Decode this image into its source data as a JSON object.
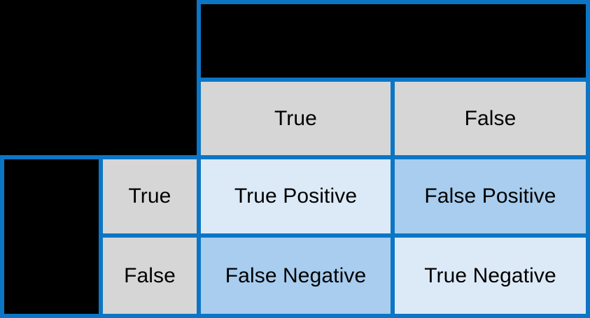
{
  "diagram": {
    "type": "confusion-matrix",
    "title": "",
    "colors": {
      "border": "#0c76c5",
      "background": "#000000",
      "header_fill": "#d6d6d6",
      "correct_fill": "#dce9f7",
      "error_fill": "#a8cdee",
      "text": "#000000"
    },
    "predicted_axis": {
      "title": "",
      "labels": [
        "True",
        "False"
      ]
    },
    "actual_axis": {
      "title": "",
      "labels": [
        "True",
        "False"
      ]
    },
    "matrix": {
      "rows": [
        {
          "row_label": "True",
          "cells": [
            {
              "label": "True Positive",
              "kind": "correct"
            },
            {
              "label": "False Positive",
              "kind": "error"
            }
          ]
        },
        {
          "row_label": "False",
          "cells": [
            {
              "label": "False Negative",
              "kind": "error"
            },
            {
              "label": "True Negative",
              "kind": "correct"
            }
          ]
        }
      ]
    }
  }
}
